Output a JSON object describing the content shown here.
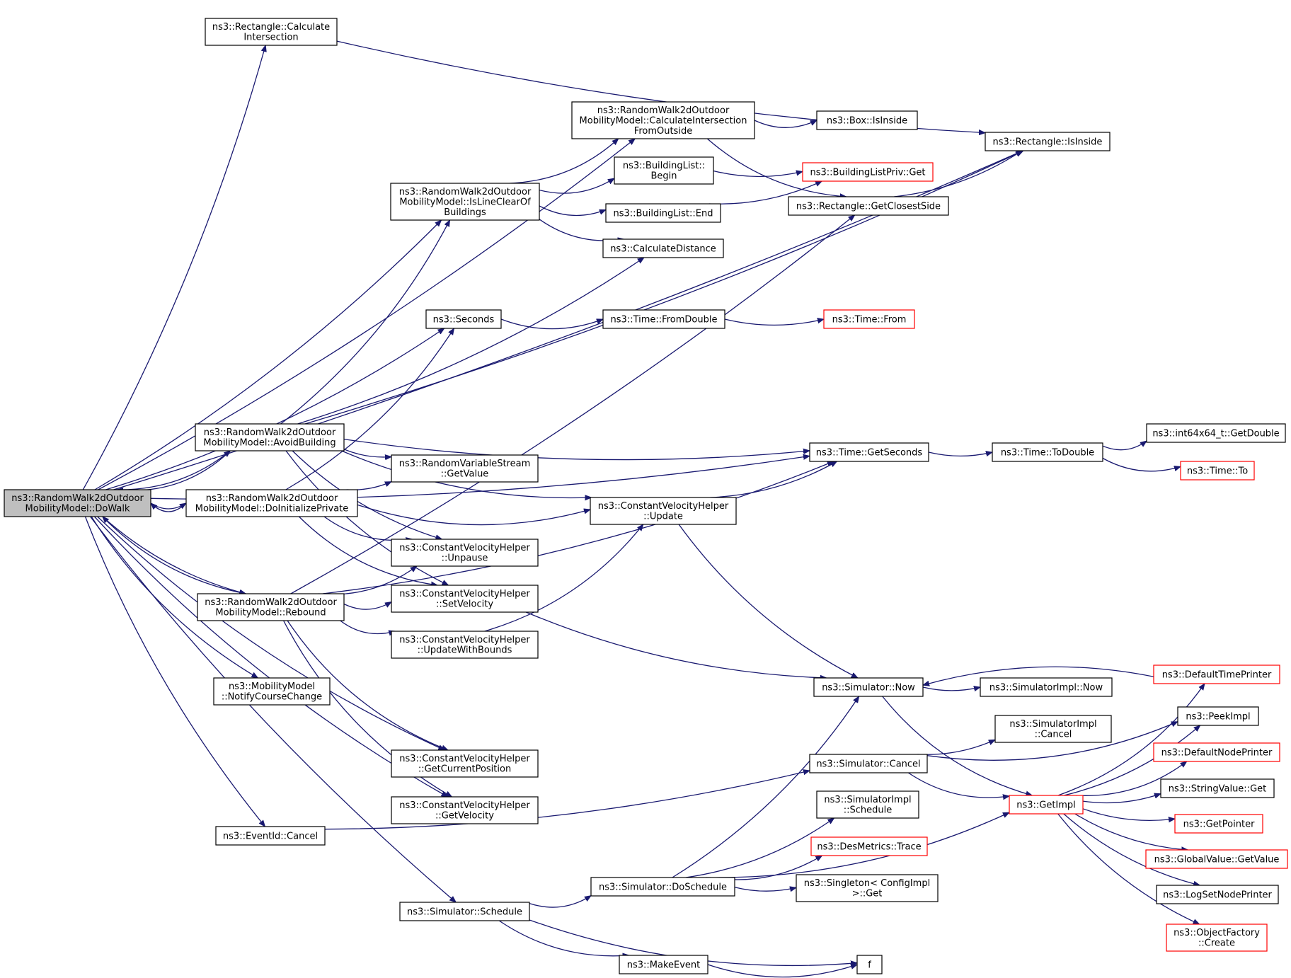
{
  "diagram": {
    "type": "call-graph",
    "nodes": [
      {
        "id": "dowalk",
        "lines": [
          "ns3::RandomWalk2dOutdoor",
          "MobilityModel::DoWalk"
        ],
        "root": true
      },
      {
        "id": "rect_calcint",
        "lines": [
          "ns3::Rectangle::Calculate",
          "Intersection"
        ]
      },
      {
        "id": "rw_calcint",
        "lines": [
          "ns3::RandomWalk2dOutdoor",
          "MobilityModel::CalculateIntersection",
          "FromOutside"
        ]
      },
      {
        "id": "box_isinside",
        "lines": [
          "ns3::Box::IsInside"
        ]
      },
      {
        "id": "rect_isinside",
        "lines": [
          "ns3::Rectangle::IsInside"
        ]
      },
      {
        "id": "bl_begin",
        "lines": [
          "ns3::BuildingList::",
          "Begin"
        ]
      },
      {
        "id": "blp_get",
        "lines": [
          "ns3::BuildingListPriv::Get"
        ],
        "truncated": true
      },
      {
        "id": "rw_isline",
        "lines": [
          "ns3::RandomWalk2dOutdoor",
          "MobilityModel::IsLineClearOf",
          "Buildings"
        ]
      },
      {
        "id": "bl_end",
        "lines": [
          "ns3::BuildingList::End"
        ]
      },
      {
        "id": "rect_closest",
        "lines": [
          "ns3::Rectangle::GetClosestSide"
        ]
      },
      {
        "id": "calcdist",
        "lines": [
          "ns3::CalculateDistance"
        ]
      },
      {
        "id": "seconds",
        "lines": [
          "ns3::Seconds"
        ]
      },
      {
        "id": "fromdouble",
        "lines": [
          "ns3::Time::FromDouble"
        ]
      },
      {
        "id": "timefrom",
        "lines": [
          "ns3::Time::From"
        ],
        "truncated": true
      },
      {
        "id": "avoid",
        "lines": [
          "ns3::RandomWalk2dOutdoor",
          "MobilityModel::AvoidBuilding"
        ]
      },
      {
        "id": "getseconds",
        "lines": [
          "ns3::Time::GetSeconds"
        ]
      },
      {
        "id": "todouble",
        "lines": [
          "ns3::Time::ToDouble"
        ]
      },
      {
        "id": "int64",
        "lines": [
          "ns3::int64x64_t::GetDouble"
        ]
      },
      {
        "id": "timeto",
        "lines": [
          "ns3::Time::To"
        ],
        "truncated": true
      },
      {
        "id": "rvs_getvalue",
        "lines": [
          "ns3::RandomVariableStream",
          "::GetValue"
        ]
      },
      {
        "id": "doinit",
        "lines": [
          "ns3::RandomWalk2dOutdoor",
          "MobilityModel::DoInitializePrivate"
        ]
      },
      {
        "id": "cvh_update",
        "lines": [
          "ns3::ConstantVelocityHelper",
          "::Update"
        ]
      },
      {
        "id": "cvh_unpause",
        "lines": [
          "ns3::ConstantVelocityHelper",
          "::Unpause"
        ]
      },
      {
        "id": "rebound",
        "lines": [
          "ns3::RandomWalk2dOutdoor",
          "MobilityModel::Rebound"
        ]
      },
      {
        "id": "cvh_setvel",
        "lines": [
          "ns3::ConstantVelocityHelper",
          "::SetVelocity"
        ]
      },
      {
        "id": "cvh_updbounds",
        "lines": [
          "ns3::ConstantVelocityHelper",
          "::UpdateWithBounds"
        ]
      },
      {
        "id": "sim_now",
        "lines": [
          "ns3::Simulator::Now"
        ]
      },
      {
        "id": "simimpl_now",
        "lines": [
          "ns3::SimulatorImpl::Now"
        ]
      },
      {
        "id": "deftimeprinter",
        "lines": [
          "ns3::DefaultTimePrinter"
        ],
        "truncated": true
      },
      {
        "id": "notifycourse",
        "lines": [
          "ns3::MobilityModel",
          "::NotifyCourseChange"
        ]
      },
      {
        "id": "peekimpl",
        "lines": [
          "ns3::PeekImpl"
        ]
      },
      {
        "id": "simimpl_cancel",
        "lines": [
          "ns3::SimulatorImpl",
          "::Cancel"
        ]
      },
      {
        "id": "sim_cancel",
        "lines": [
          "ns3::Simulator::Cancel"
        ]
      },
      {
        "id": "defnodeprinter",
        "lines": [
          "ns3::DefaultNodePrinter"
        ],
        "truncated": true
      },
      {
        "id": "cvh_getpos",
        "lines": [
          "ns3::ConstantVelocityHelper",
          "::GetCurrentPosition"
        ]
      },
      {
        "id": "getimpl",
        "lines": [
          "ns3::GetImpl"
        ],
        "truncated": true
      },
      {
        "id": "strvalue_get",
        "lines": [
          "ns3::StringValue::Get"
        ]
      },
      {
        "id": "cvh_getvel",
        "lines": [
          "ns3::ConstantVelocityHelper",
          "::GetVelocity"
        ]
      },
      {
        "id": "simimpl_sched",
        "lines": [
          "ns3::SimulatorImpl",
          "::Schedule"
        ]
      },
      {
        "id": "getpointer",
        "lines": [
          "ns3::GetPointer"
        ],
        "truncated": true
      },
      {
        "id": "eventid_cancel",
        "lines": [
          "ns3::EventId::Cancel"
        ]
      },
      {
        "id": "desmetrics",
        "lines": [
          "ns3::DesMetrics::Trace"
        ],
        "truncated": true
      },
      {
        "id": "gv_getvalue",
        "lines": [
          "ns3::GlobalValue::GetValue"
        ],
        "truncated": true
      },
      {
        "id": "sim_dosched",
        "lines": [
          "ns3::Simulator::DoSchedule"
        ]
      },
      {
        "id": "singleton_get",
        "lines": [
          "ns3::Singleton< ConfigImpl",
          " >::Get"
        ]
      },
      {
        "id": "logsetnode",
        "lines": [
          "ns3::LogSetNodePrinter"
        ]
      },
      {
        "id": "sim_sched",
        "lines": [
          "ns3::Simulator::Schedule"
        ]
      },
      {
        "id": "objfactory",
        "lines": [
          "ns3::ObjectFactory",
          "::Create"
        ],
        "truncated": true
      },
      {
        "id": "makeevent",
        "lines": [
          "ns3::MakeEvent"
        ]
      },
      {
        "id": "f",
        "lines": [
          "f"
        ]
      }
    ],
    "edges": [
      [
        "dowalk",
        "rect_calcint"
      ],
      [
        "dowalk",
        "rect_isinside"
      ],
      [
        "dowalk",
        "rw_calcint"
      ],
      [
        "dowalk",
        "rw_isline"
      ],
      [
        "dowalk",
        "getseconds"
      ],
      [
        "dowalk",
        "seconds"
      ],
      [
        "dowalk",
        "avoid"
      ],
      [
        "dowalk",
        "doinit"
      ],
      [
        "dowalk",
        "rebound"
      ],
      [
        "dowalk",
        "cvh_getpos"
      ],
      [
        "dowalk",
        "notifycourse"
      ],
      [
        "dowalk",
        "cvh_getvel"
      ],
      [
        "dowalk",
        "eventid_cancel"
      ],
      [
        "dowalk",
        "sim_sched"
      ],
      [
        "rect_calcint",
        "rect_isinside"
      ],
      [
        "rw_calcint",
        "box_isinside"
      ],
      [
        "rw_calcint",
        "rect_closest"
      ],
      [
        "rect_closest",
        "rect_isinside"
      ],
      [
        "bl_begin",
        "blp_get"
      ],
      [
        "bl_end",
        "blp_get"
      ],
      [
        "rw_isline",
        "rw_calcint"
      ],
      [
        "rw_isline",
        "bl_begin"
      ],
      [
        "rw_isline",
        "bl_end"
      ],
      [
        "rw_isline",
        "calcdist"
      ],
      [
        "seconds",
        "fromdouble"
      ],
      [
        "fromdouble",
        "timefrom"
      ],
      [
        "avoid",
        "rw_isline"
      ],
      [
        "avoid",
        "calcdist"
      ],
      [
        "avoid",
        "rect_isinside"
      ],
      [
        "avoid",
        "getseconds"
      ],
      [
        "avoid",
        "rvs_getvalue"
      ],
      [
        "avoid",
        "cvh_update"
      ],
      [
        "avoid",
        "cvh_unpause"
      ],
      [
        "avoid",
        "cvh_setvel"
      ],
      [
        "avoid",
        "dowalk"
      ],
      [
        "getseconds",
        "todouble"
      ],
      [
        "todouble",
        "int64"
      ],
      [
        "todouble",
        "timeto"
      ],
      [
        "doinit",
        "dowalk"
      ],
      [
        "doinit",
        "seconds"
      ],
      [
        "doinit",
        "rvs_getvalue"
      ],
      [
        "doinit",
        "cvh_update"
      ],
      [
        "doinit",
        "cvh_unpause"
      ],
      [
        "doinit",
        "cvh_setvel"
      ],
      [
        "cvh_update",
        "getseconds"
      ],
      [
        "cvh_update",
        "sim_now"
      ],
      [
        "rebound",
        "dowalk"
      ],
      [
        "rebound",
        "cvh_unpause"
      ],
      [
        "rebound",
        "cvh_setvel"
      ],
      [
        "rebound",
        "cvh_updbounds"
      ],
      [
        "rebound",
        "rect_closest"
      ],
      [
        "rebound",
        "getseconds"
      ],
      [
        "rebound",
        "cvh_getpos"
      ],
      [
        "rebound",
        "cvh_getvel"
      ],
      [
        "cvh_updbounds",
        "cvh_update"
      ],
      [
        "cvh_setvel",
        "sim_now"
      ],
      [
        "sim_now",
        "simimpl_now"
      ],
      [
        "sim_now",
        "getimpl"
      ],
      [
        "deftimeprinter",
        "sim_now"
      ],
      [
        "sim_cancel",
        "simimpl_cancel"
      ],
      [
        "sim_cancel",
        "peekimpl"
      ],
      [
        "sim_cancel",
        "getimpl"
      ],
      [
        "getimpl",
        "deftimeprinter"
      ],
      [
        "getimpl",
        "peekimpl"
      ],
      [
        "getimpl",
        "defnodeprinter"
      ],
      [
        "getimpl",
        "strvalue_get"
      ],
      [
        "getimpl",
        "getpointer"
      ],
      [
        "getimpl",
        "gv_getvalue"
      ],
      [
        "getimpl",
        "logsetnode"
      ],
      [
        "getimpl",
        "objfactory"
      ],
      [
        "eventid_cancel",
        "sim_cancel"
      ],
      [
        "sim_dosched",
        "sim_now"
      ],
      [
        "sim_dosched",
        "simimpl_sched"
      ],
      [
        "sim_dosched",
        "desmetrics"
      ],
      [
        "sim_dosched",
        "singleton_get"
      ],
      [
        "sim_dosched",
        "getimpl"
      ],
      [
        "sim_sched",
        "sim_dosched"
      ],
      [
        "sim_sched",
        "makeevent"
      ],
      [
        "sim_sched",
        "f"
      ],
      [
        "makeevent",
        "f"
      ]
    ]
  },
  "colors": {
    "edge": "#191970",
    "root_fill": "#bfbfbf",
    "truncated_border": "#ff0000",
    "border": "#000000"
  }
}
